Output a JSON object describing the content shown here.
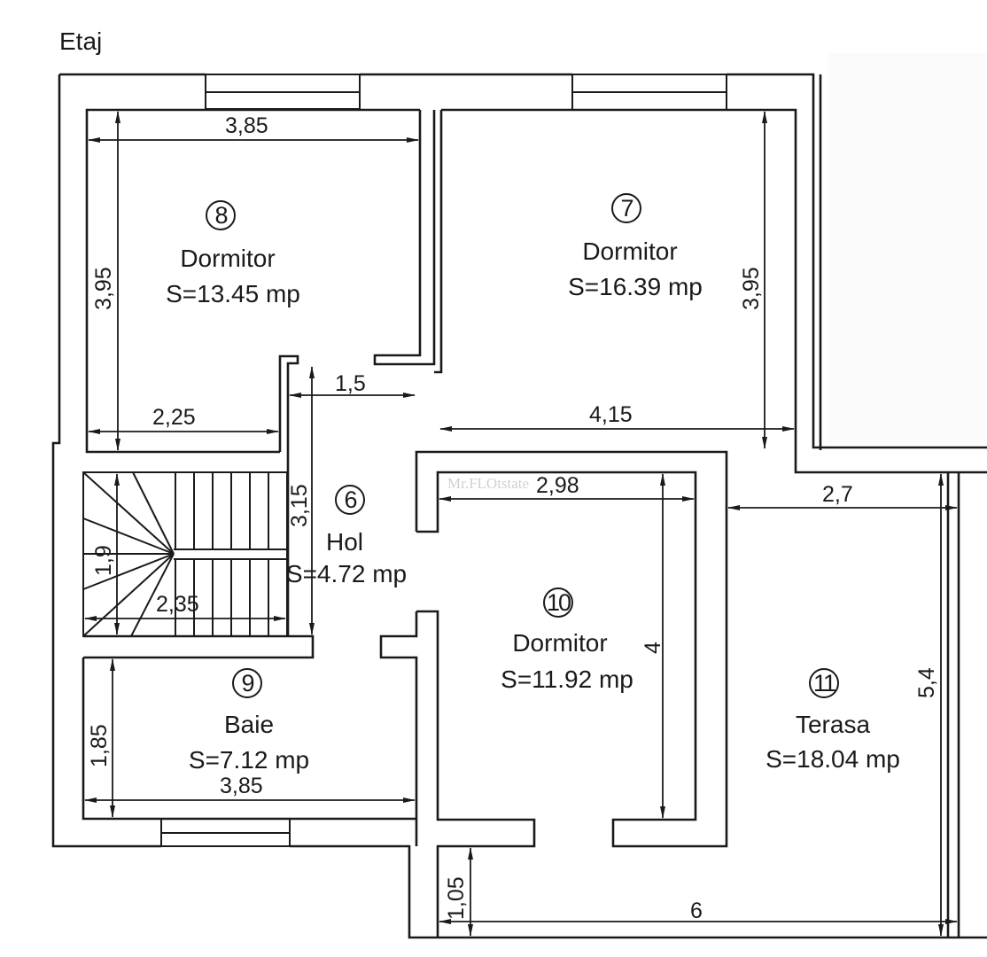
{
  "plan": {
    "title": "Etaj",
    "watermark": "Mr.FLOtstate",
    "rooms": [
      {
        "number": "8",
        "name": "Dormitor",
        "area": "S=13.45 mp"
      },
      {
        "number": "7",
        "name": "Dormitor",
        "area": "S=16.39 mp"
      },
      {
        "number": "6",
        "name": "Hol",
        "area": "S=4.72 mp"
      },
      {
        "number": "10",
        "name": "Dormitor",
        "area": "S=11.92 mp"
      },
      {
        "number": "9",
        "name": "Baie",
        "area": "S=7.12 mp"
      },
      {
        "number": "11",
        "name": "Terasa",
        "area": "S=18.04 mp"
      }
    ],
    "dimensions": {
      "room8_width": "3,85",
      "room8_height": "3,95",
      "room8_bottom": "2,25",
      "hall_opening": "1,5",
      "room7_height": "3,95",
      "room7_width": "4,15",
      "hall_height": "3,15",
      "stair_height": "1,9",
      "stair_width": "2,35",
      "room10_width": "2,98",
      "room10_height": "4",
      "terrace_width": "2,7",
      "terrace_height": "5,4",
      "bath_height": "1,85",
      "bath_width": "3,85",
      "corridor_height": "1,05",
      "terrace_bottom": "6"
    }
  }
}
